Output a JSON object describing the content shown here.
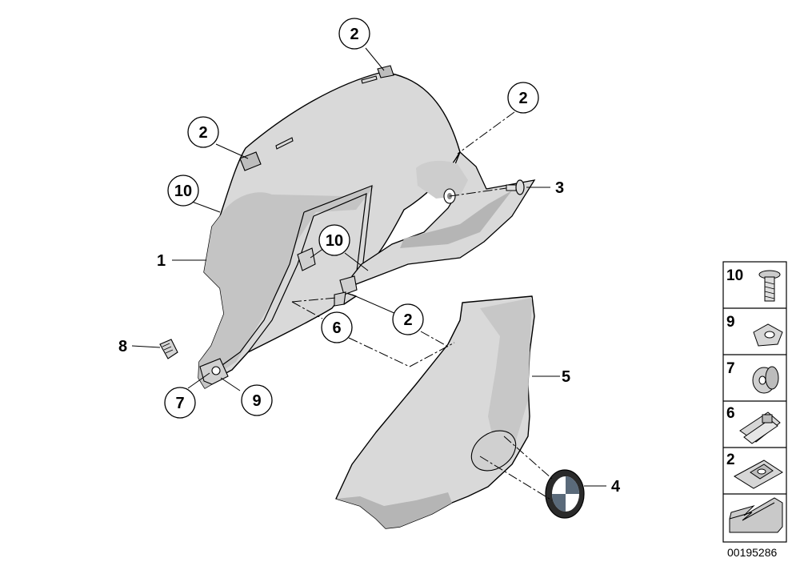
{
  "diagram": {
    "callouts": [
      {
        "id": "c-2-top",
        "label": "2"
      },
      {
        "id": "c-2-upper-right",
        "label": "2"
      },
      {
        "id": "c-2-left",
        "label": "2"
      },
      {
        "id": "c-10-left",
        "label": "10"
      },
      {
        "id": "c-10-inner",
        "label": "10"
      },
      {
        "id": "c-2-middle",
        "label": "2"
      },
      {
        "id": "c-6",
        "label": "6"
      },
      {
        "id": "c-7",
        "label": "7"
      },
      {
        "id": "c-9",
        "label": "9"
      }
    ],
    "plain_labels": [
      {
        "id": "l-1",
        "label": "1"
      },
      {
        "id": "l-3",
        "label": "3"
      },
      {
        "id": "l-4",
        "label": "4"
      },
      {
        "id": "l-5",
        "label": "5"
      },
      {
        "id": "l-8",
        "label": "8"
      }
    ]
  },
  "legend": {
    "items": [
      {
        "number": "10",
        "part": "screw-icon"
      },
      {
        "number": "9",
        "part": "bushing-icon"
      },
      {
        "number": "7",
        "part": "grommet-icon"
      },
      {
        "number": "6",
        "part": "spring-nut-icon"
      },
      {
        "number": "2",
        "part": "clip-nut-icon"
      }
    ],
    "last_cell_icon": "arrow-icon"
  },
  "drawing_id": "00195286",
  "colors": {
    "part_fill": "#d9d9d9",
    "part_shade": "#bdbdbd",
    "line": "#000000",
    "emblem_blue": "#5a6a7a"
  }
}
